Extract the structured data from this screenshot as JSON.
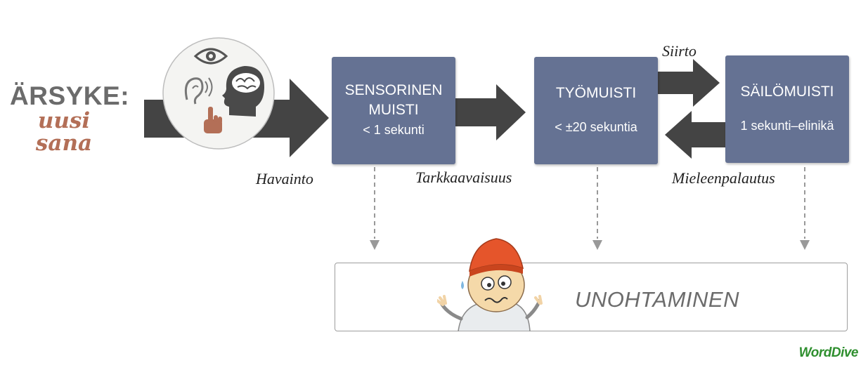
{
  "header": {
    "stimulus": "ÄRSYKE:",
    "new_word_line1": "uusi",
    "new_word_line2": "sana"
  },
  "senses_icons": [
    "eye-icon",
    "ear-icon",
    "pointing-hand-icon",
    "head-brain-icon"
  ],
  "boxes": {
    "sensory": {
      "title_line1": "SENSORINEN",
      "title_line2": "MUISTI",
      "duration": "< 1 sekunti"
    },
    "working": {
      "title": "TYÖMUISTI",
      "duration": "< ±20 sekuntia"
    },
    "long_term": {
      "title": "SÄILÖMUISTI",
      "duration": "1 sekunti–elinikä"
    }
  },
  "arrow_labels": {
    "perception": "Havainto",
    "attention": "Tarkkaavaisuus",
    "transfer": "Siirto",
    "recall": "Mieleenpalautus"
  },
  "forgetting": {
    "label": "UNOHTAMINEN"
  },
  "logo": {
    "text": "WordDive"
  },
  "colors": {
    "box": "#657293",
    "arrow": "#444444",
    "dashed": "#999999",
    "accent": "#b36f57"
  }
}
